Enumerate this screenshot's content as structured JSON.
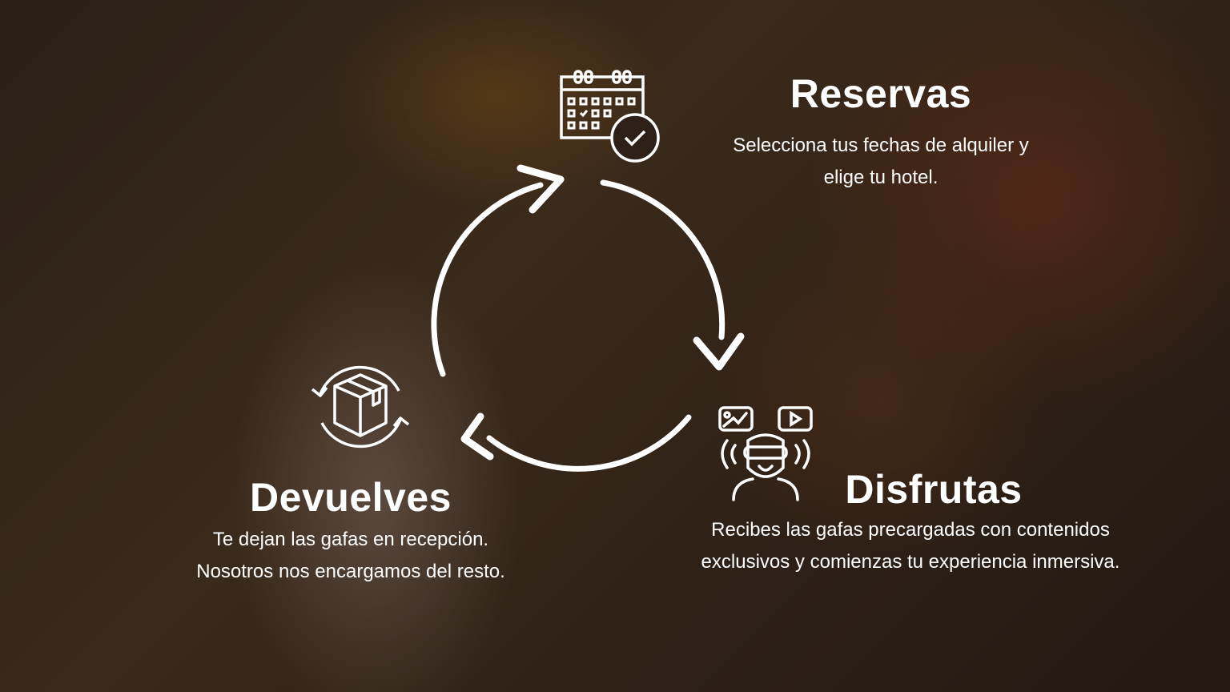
{
  "steps": [
    {
      "title": "Reservas",
      "lines": [
        "Selecciona tus fechas de alquiler y",
        "elige tu hotel."
      ],
      "icon": "calendar-check-icon"
    },
    {
      "title": "Disfrutas",
      "lines": [
        "Recibes las gafas precargadas con contenidos",
        "exclusivos y comienzas tu experiencia inmersiva."
      ],
      "icon": "vr-user-media-icon"
    },
    {
      "title": "Devuelves",
      "lines": [
        "Te dejan las gafas en recepción.",
        "Nosotros nos encargamos del resto."
      ],
      "icon": "package-return-icon"
    }
  ],
  "colors": {
    "text": "#ffffff",
    "background": "#2e2016"
  }
}
